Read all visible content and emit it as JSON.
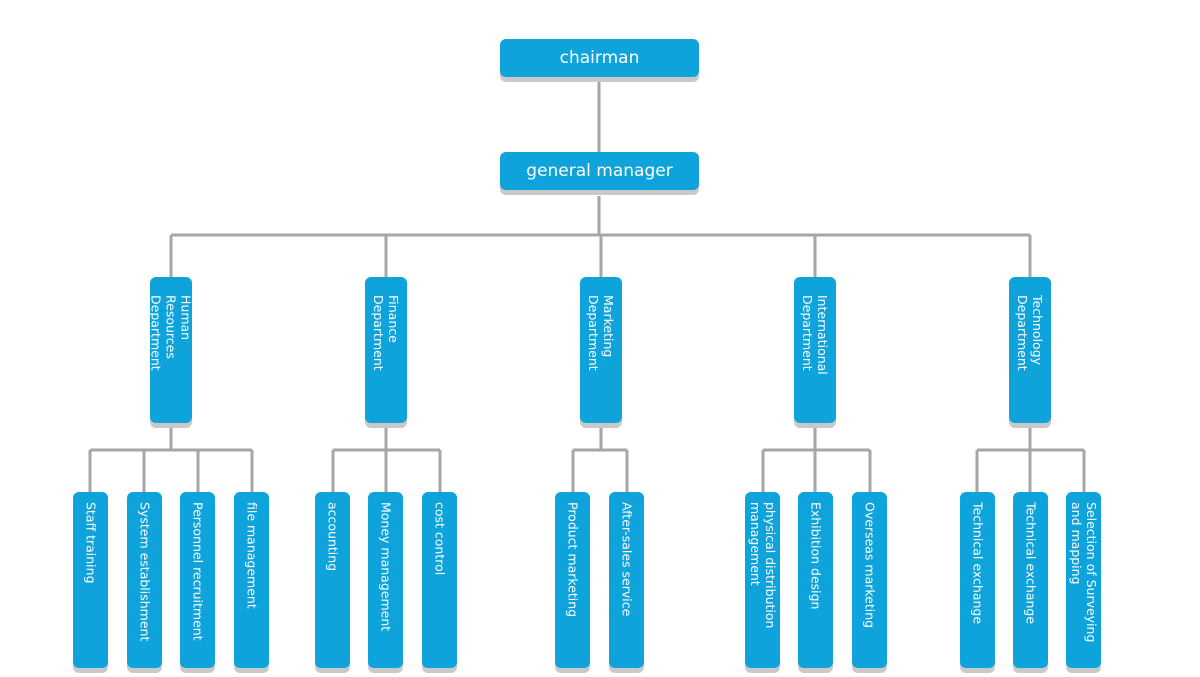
{
  "colors": {
    "node": "#0fa3dc",
    "connector": "#a6a6a6",
    "shadow": "#c9c9c9"
  },
  "chart": {
    "chairman": "chairman",
    "general_manager": "general manager",
    "departments": [
      {
        "label": "Human Resources\nDepartment",
        "units": [
          "Staff training",
          "System establishment",
          "Personnel recruitment",
          "file management"
        ]
      },
      {
        "label": "Finance\nDepartment",
        "units": [
          "accounting",
          "Money management",
          "cost control"
        ]
      },
      {
        "label": "Marketing\nDepartment",
        "units": [
          "Product marketing",
          "After-sales service"
        ]
      },
      {
        "label": "International\nDepartment",
        "units": [
          "physical distribution\nmanagement",
          "Exhibition design",
          "Overseas marketing"
        ]
      },
      {
        "label": "Technology\nDepartment",
        "units": [
          "Technical exchange",
          "Technical exchange",
          "Selection of Surveying\nand mapping"
        ]
      }
    ]
  }
}
